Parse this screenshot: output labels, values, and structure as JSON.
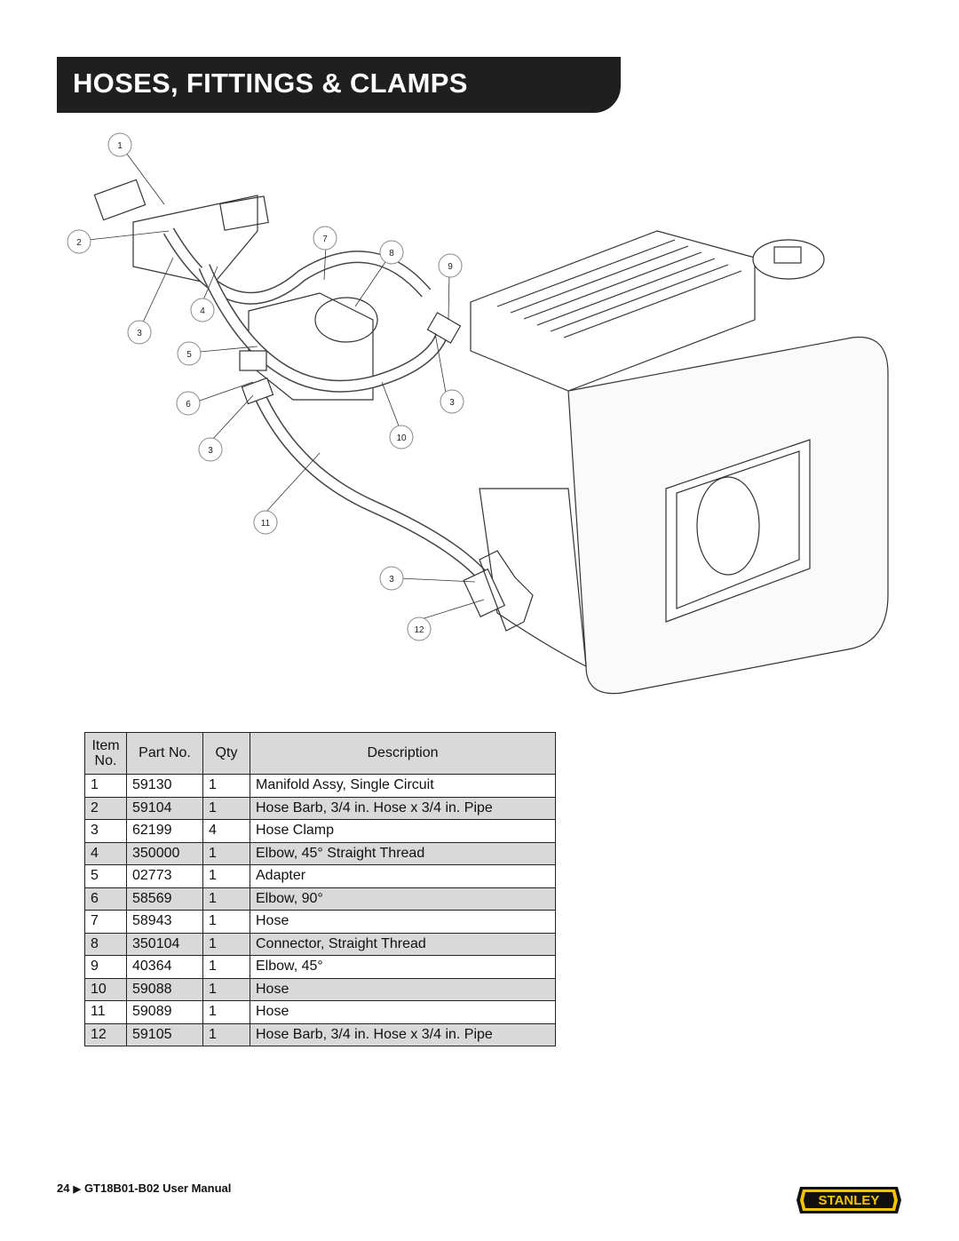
{
  "header": {
    "title": "HOSES, FITTINGS & CLAMPS"
  },
  "diagram": {
    "callouts": [
      "1",
      "2",
      "3",
      "4",
      "5",
      "6",
      "3",
      "7",
      "8",
      "9",
      "3",
      "10",
      "11",
      "3",
      "12"
    ]
  },
  "table": {
    "headers": {
      "item_line1": "Item",
      "item_line2": "No.",
      "part": "Part No.",
      "qty": "Qty",
      "description": "Description"
    },
    "rows": [
      {
        "item": "1",
        "part": "59130",
        "qty": "1",
        "description": "Manifold Assy, Single Circuit"
      },
      {
        "item": "2",
        "part": "59104",
        "qty": "1",
        "description": "Hose Barb, 3/4 in. Hose x 3/4 in. Pipe"
      },
      {
        "item": "3",
        "part": "62199",
        "qty": "4",
        "description": "Hose Clamp"
      },
      {
        "item": "4",
        "part": "350000",
        "qty": "1",
        "description": "Elbow, 45° Straight Thread"
      },
      {
        "item": "5",
        "part": "02773",
        "qty": "1",
        "description": "Adapter"
      },
      {
        "item": "6",
        "part": "58569",
        "qty": "1",
        "description": "Elbow, 90°"
      },
      {
        "item": "7",
        "part": "58943",
        "qty": "1",
        "description": "Hose"
      },
      {
        "item": "8",
        "part": "350104",
        "qty": "1",
        "description": "Connector, Straight Thread"
      },
      {
        "item": "9",
        "part": "40364",
        "qty": "1",
        "description": "Elbow, 45°"
      },
      {
        "item": "10",
        "part": "59088",
        "qty": "1",
        "description": "Hose"
      },
      {
        "item": "11",
        "part": "59089",
        "qty": "1",
        "description": "Hose"
      },
      {
        "item": "12",
        "part": "59105",
        "qty": "1",
        "description": "Hose Barb, 3/4 in. Hose x 3/4 in. Pipe"
      }
    ]
  },
  "footer": {
    "page_number": "24",
    "manual": "GT18B01-B02 User Manual"
  },
  "logo": {
    "text": "STANLEY",
    "accent": "#f5c400"
  }
}
